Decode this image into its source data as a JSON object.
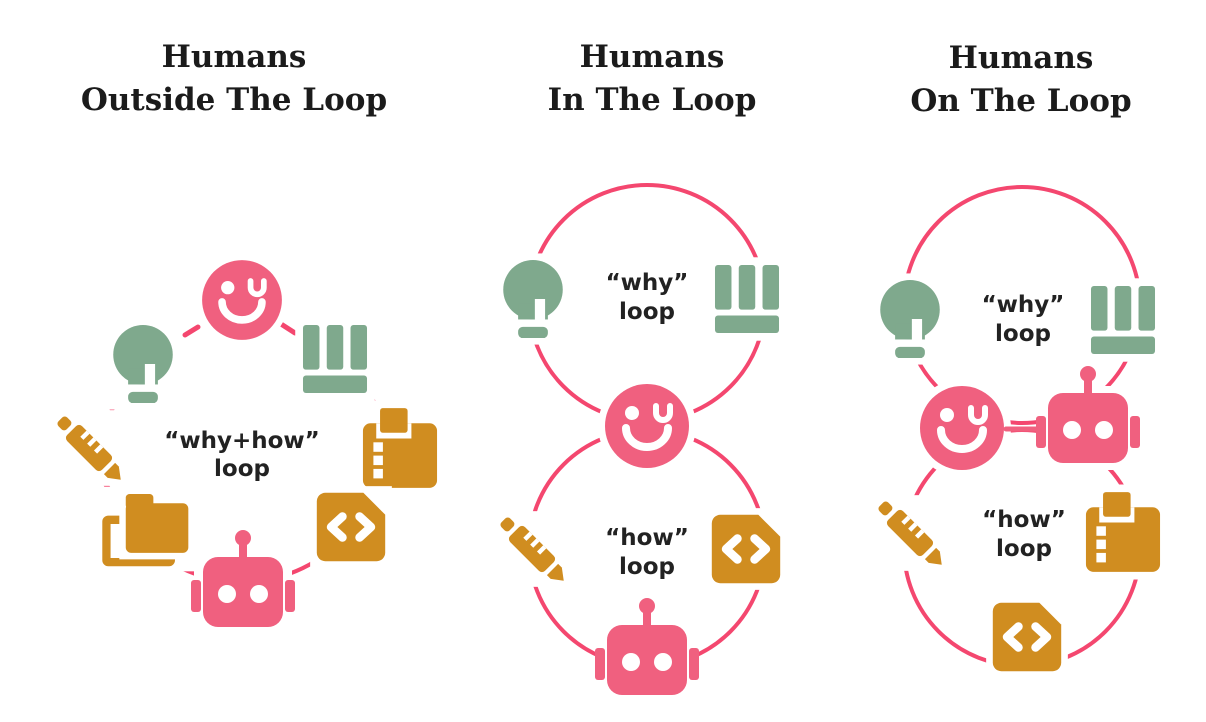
{
  "colors": {
    "icon_pink": "#f0607f",
    "ring_pink": "#f4476f",
    "green": "#7fa98d",
    "orange": "#d08d20",
    "text": "#1b1b1b"
  },
  "diagrams": [
    {
      "title_line1": "Humans",
      "title_line2": "Outside The Loop",
      "loops": [
        {
          "label_line1": "“why+how”",
          "label_line2": "loop"
        }
      ],
      "icons": [
        "human-face",
        "lightbulb",
        "kanban-board",
        "ruler-pencil",
        "fax-machine",
        "folder-copy",
        "code-file",
        "robot"
      ]
    },
    {
      "title_line1": "Humans",
      "title_line2": "In The Loop",
      "loops": [
        {
          "label_line1": "“why”",
          "label_line2": "loop"
        },
        {
          "label_line1": "“how”",
          "label_line2": "loop"
        }
      ],
      "icons": [
        "lightbulb",
        "kanban-board",
        "human-face",
        "ruler-pencil",
        "code-file",
        "robot"
      ]
    },
    {
      "title_line1": "Humans",
      "title_line2": "On The Loop",
      "loops": [
        {
          "label_line1": "“why”",
          "label_line2": "loop"
        },
        {
          "label_line1": "“how”",
          "label_line2": "loop"
        }
      ],
      "icons": [
        "lightbulb",
        "kanban-board",
        "human-face",
        "robot",
        "ruler-pencil",
        "fax-machine",
        "code-file"
      ]
    }
  ]
}
